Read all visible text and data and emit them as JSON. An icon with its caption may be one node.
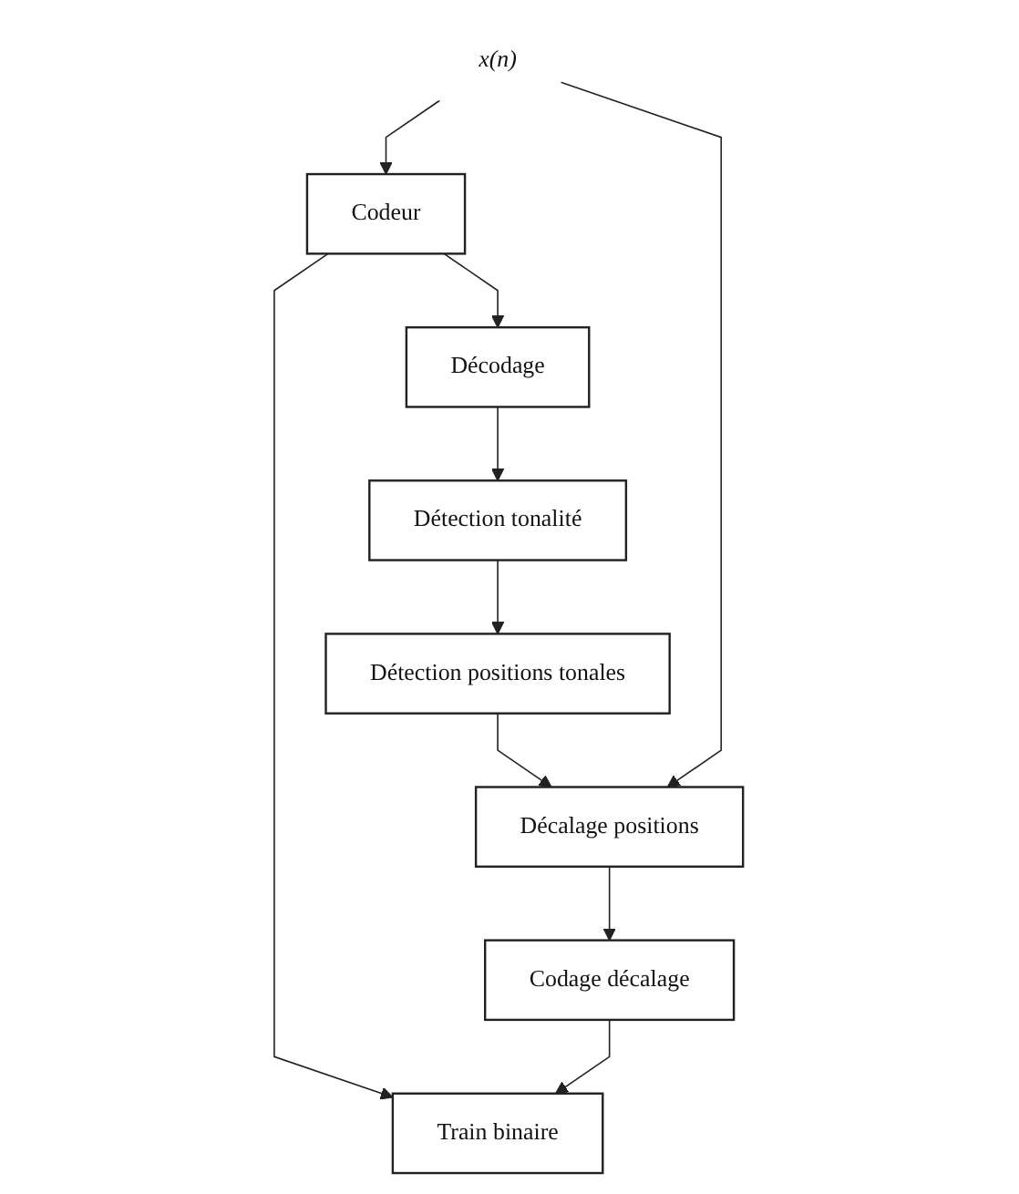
{
  "diagram": {
    "nodes": [
      {
        "text": [
          "x(n)"
        ]
      },
      {
        "text": [
          "Codeur"
        ]
      },
      {
        "text": [
          "Décodage"
        ]
      },
      {
        "text": [
          "Détection tonalité"
        ]
      },
      {
        "text": [
          "Détection positions tonales"
        ]
      },
      {
        "text": [
          "Décalage positions"
        ]
      },
      {
        "text": [
          "Codage décalage"
        ]
      },
      {
        "text": [
          "Train binaire"
        ]
      }
    ],
    "edges": [
      {
        "from": 0,
        "to": 1,
        "arrow": "to"
      },
      {
        "from": 0,
        "to": 5,
        "arrow": "to"
      },
      {
        "from": 1,
        "to": 7,
        "arrow": "to"
      },
      {
        "from": 1,
        "to": 2,
        "arrow": "to"
      },
      {
        "from": 2,
        "to": 3,
        "arrow": "to"
      },
      {
        "from": 3,
        "to": 4,
        "arrow": "to"
      },
      {
        "from": 4,
        "to": 5,
        "arrow": "to"
      },
      {
        "from": 5,
        "to": 6,
        "arrow": "to"
      },
      {
        "from": 6,
        "to": 7,
        "arrow": "to"
      }
    ]
  }
}
